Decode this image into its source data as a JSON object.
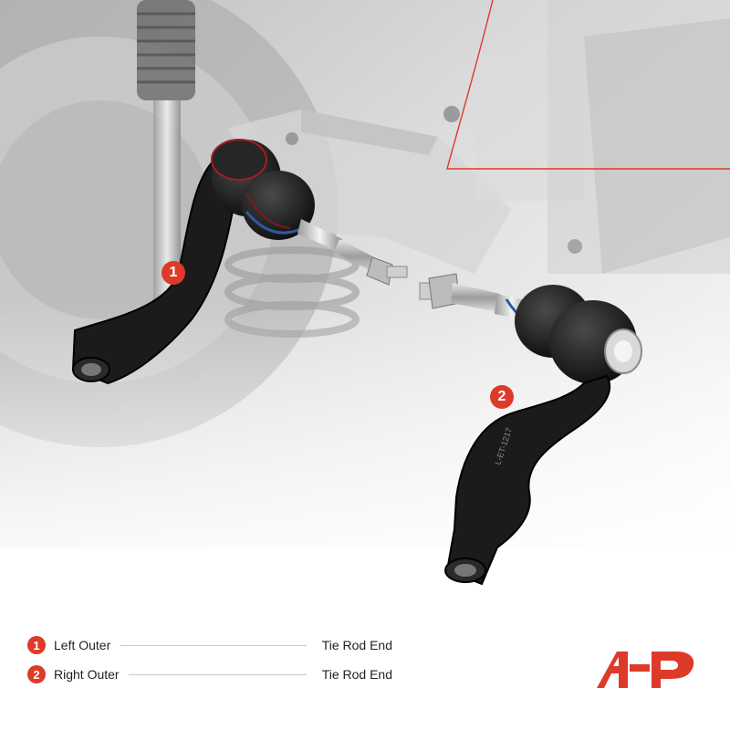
{
  "markers": [
    "1",
    "2"
  ],
  "legend": [
    {
      "num": "1",
      "label": "Left Outer",
      "desc": "Tie Rod End"
    },
    {
      "num": "2",
      "label": "Right Outer",
      "desc": "Tie Rod End"
    }
  ],
  "part_stamp": "L-ET-1217",
  "colors": {
    "accent": "#dd3a2a",
    "part": "#1b1b1b",
    "background": "#ffffff"
  },
  "logo_icon": "brand-logo-icon"
}
